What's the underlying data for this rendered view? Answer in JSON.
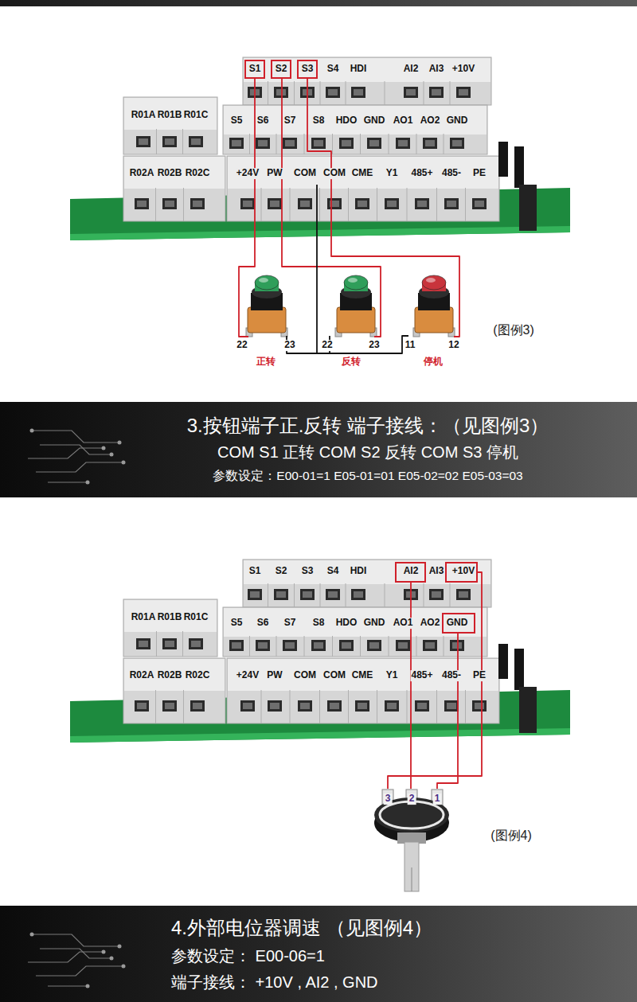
{
  "diagram": {
    "nodes": [
      {
        "text": [
          "3.按钮端子正.反转 端子接线：（见图例3）",
          "COM S1 正转 COM S2 反转 COM S3 停机",
          "参数设定：E00-01=1 E05-01=01 E05-02=02 E05-03=03"
        ]
      },
      {
        "text": [
          "4.外部电位器调速 （见图例4）",
          "参数设定： E00-06=1",
          "端子接线： +10V , AI2 , GND"
        ]
      }
    ],
    "labels": [
      "S1",
      "S2",
      "S3",
      "S4",
      "HDI",
      "AI2",
      "AI3",
      "+10V",
      "R01A",
      "R01B",
      "R01C",
      "S5",
      "S6",
      "S7",
      "S8",
      "HDO",
      "GND",
      "AO1",
      "AO2",
      "GND",
      "R02A",
      "R02B",
      "R02C",
      "+24V",
      "PW",
      "COM",
      "COM",
      "CME",
      "Y1",
      "485+",
      "485-",
      "PE",
      "22",
      "23",
      "正转",
      "22",
      "23",
      "反转",
      "11",
      "12",
      "停机",
      "(图例3)",
      "S1",
      "S2",
      "S3",
      "S4",
      "HDI",
      "AI2",
      "AI3",
      "+10V",
      "R01A",
      "R01B",
      "R01C",
      "S5",
      "S6",
      "S7",
      "S8",
      "HDO",
      "GND",
      "AO1",
      "AO2",
      "GND",
      "R02A",
      "R02B",
      "R02C",
      "+24V",
      "PW",
      "COM",
      "COM",
      "CME",
      "Y1",
      "485+",
      "485-",
      "PE",
      "3",
      "2",
      "1",
      "(图例4)"
    ]
  }
}
